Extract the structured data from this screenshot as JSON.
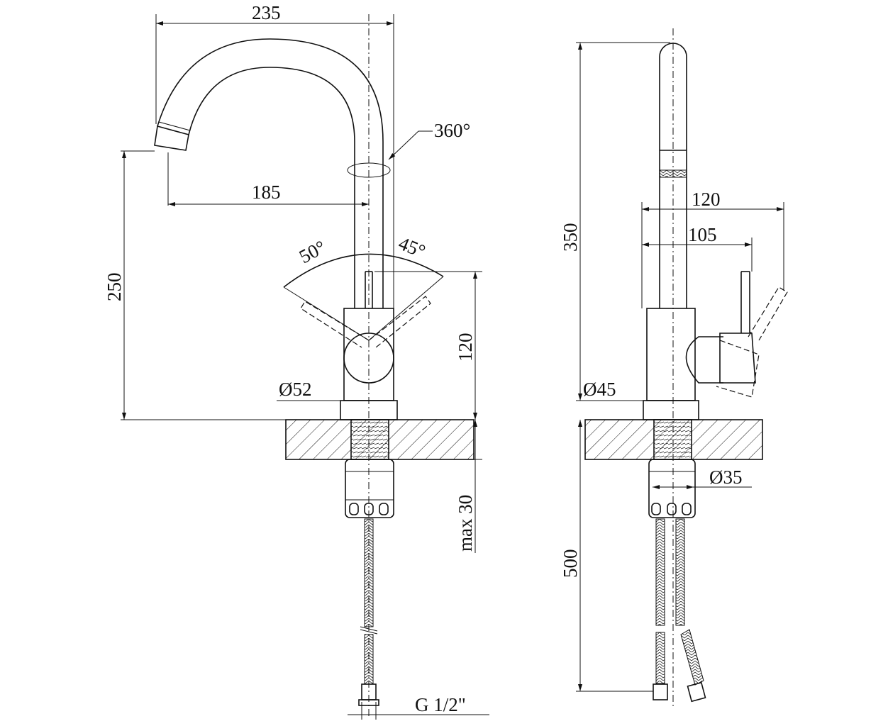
{
  "front_view": {
    "width_total": "235",
    "rotation": "360°",
    "spout_reach": "185",
    "spout_height": "250",
    "handle_angle_left": "50°",
    "handle_angle_right": "45°",
    "body_height": "120",
    "body_diameter": "Ø52",
    "max_counter_thickness": "max 30",
    "connection_thread": "G 1/2\""
  },
  "side_view": {
    "total_height": "350",
    "handle_reach": "120",
    "handle_reach_inner": "105",
    "body_diameter": "Ø45",
    "shank_diameter": "Ø35",
    "hose_length": "500"
  }
}
